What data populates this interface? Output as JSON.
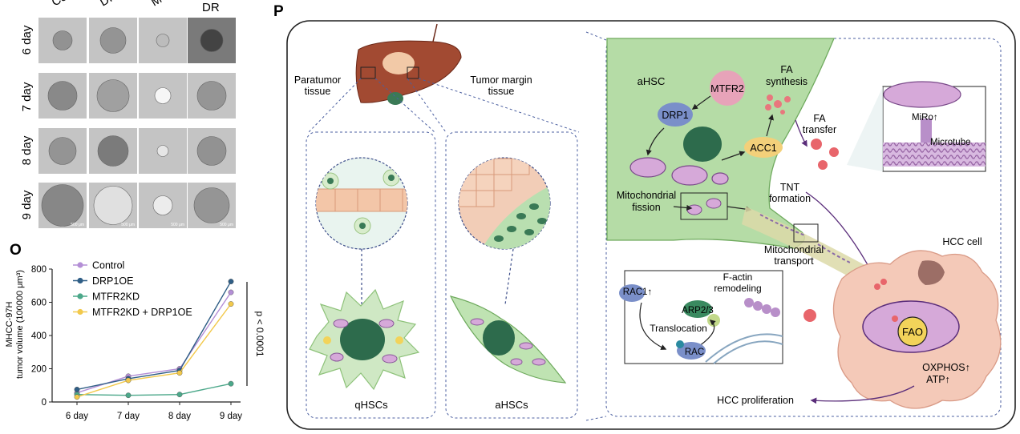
{
  "panel_n": {
    "col_labels": [
      "Co",
      "DR",
      "M",
      "DR"
    ],
    "row_labels": [
      "6 day",
      "7 day",
      "8 day",
      "9 day"
    ],
    "scale_bar": "500 μm"
  },
  "panel_o": {
    "letter": "O",
    "legend": [
      "Control",
      "DRP1OE",
      "MTFR2KD",
      "MTFR2KD + DRP1OE"
    ],
    "colors": [
      "#b48fd6",
      "#2f5e86",
      "#4ca88a",
      "#f2c94c"
    ],
    "ylabel_line1": "MHCC-97H",
    "ylabel_line2": "tumor volume (100000 μm³)",
    "pvalue": "p < 0.0001",
    "chart_data": {
      "type": "line",
      "x": [
        "6 day",
        "7 day",
        "8 day",
        "9 day"
      ],
      "ylim": [
        0,
        800
      ],
      "yticks": [
        0,
        200,
        400,
        600,
        800
      ],
      "series": [
        {
          "name": "Control",
          "values": [
            55,
            155,
            200,
            660
          ]
        },
        {
          "name": "DRP1OE",
          "values": [
            75,
            140,
            190,
            725
          ]
        },
        {
          "name": "MTFR2KD",
          "values": [
            45,
            40,
            45,
            110
          ]
        },
        {
          "name": "MTFR2KD + DRP1OE",
          "values": [
            30,
            130,
            175,
            590
          ]
        }
      ]
    }
  },
  "panel_p": {
    "letter": "P",
    "liver": {
      "paratumor": [
        "Paratumor",
        "tissue"
      ],
      "margin": [
        "Tumor margin",
        "tissue"
      ]
    },
    "qhsc": "qHSCs",
    "ahsc": "aHSCs",
    "ahsc_cell": "aHSC",
    "mtfr2": "MTFR2",
    "drp1": "DRP1",
    "fa_synthesis": [
      "FA",
      "synthesis"
    ],
    "acc1": "ACC1",
    "fa_transfer": [
      "FA",
      "transfer"
    ],
    "miro": "MiRo↑",
    "microtube": "Microtube",
    "mito_fission": [
      "Mitochondrial",
      "fission"
    ],
    "tnt": [
      "TNT",
      "formation"
    ],
    "mito_transport": [
      "Mitochondrial",
      "transport"
    ],
    "hcc_cell": "HCC cell",
    "rac1": "RAC1↑",
    "factin": [
      "F-actin",
      "remodeling"
    ],
    "arp": "ARP2/3",
    "translocation": "Translocation",
    "rac_bottom": "RAC",
    "fao": "FAO",
    "oxphos": "OXPHOS↑",
    "atp": "ATP↑",
    "hcc_prolif": "HCC proliferation"
  }
}
